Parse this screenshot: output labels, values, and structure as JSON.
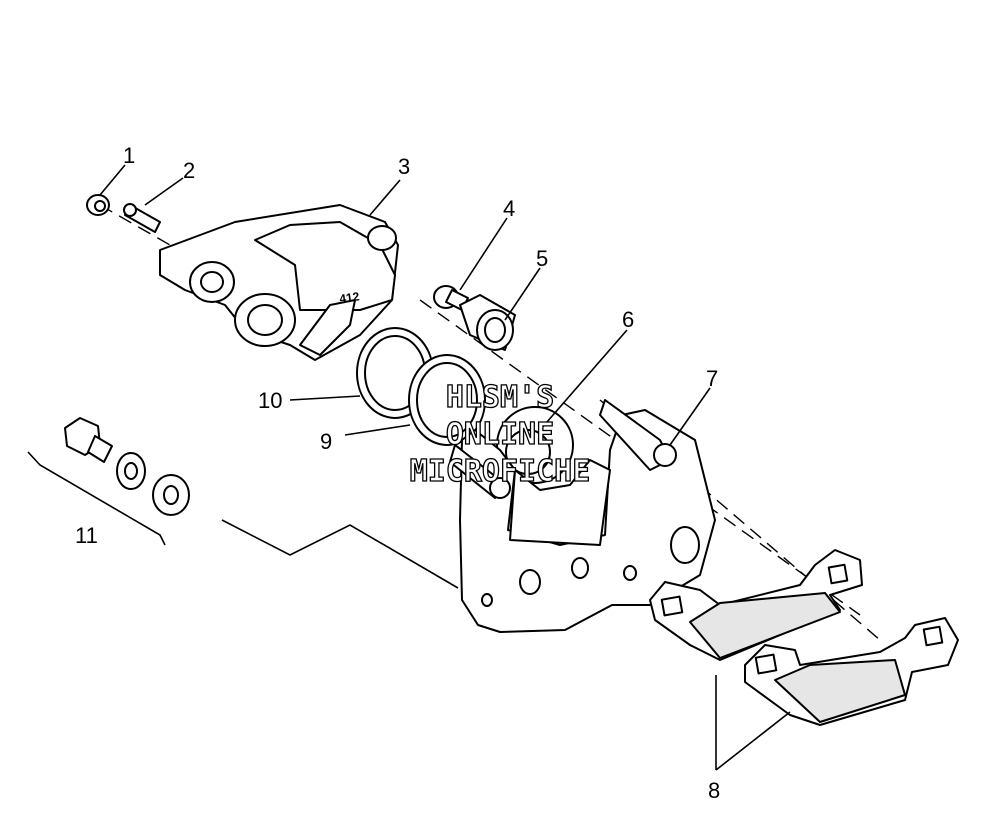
{
  "diagram": {
    "callouts": [
      "1",
      "2",
      "3",
      "4",
      "5",
      "6",
      "7",
      "8",
      "9",
      "10",
      "11"
    ],
    "caliper_marking": "412",
    "watermark": [
      "HLSM'S",
      "ONLINE",
      "MICROFICHE"
    ]
  }
}
